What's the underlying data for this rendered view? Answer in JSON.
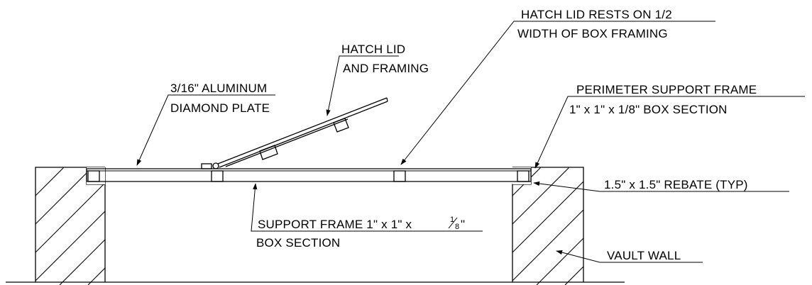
{
  "labels": {
    "hatch_lid_1": "HATCH LID",
    "hatch_lid_2": "AND FRAMING",
    "rests_1": "HATCH LID RESTS ON 1/2",
    "rests_2": "WIDTH OF BOX FRAMING",
    "plate_1": "3/16\" ALUMINUM",
    "plate_2": "DIAMOND PLATE",
    "perimeter_1": "PERIMETER SUPPORT FRAME",
    "perimeter_2": "1\" x 1\" x 1/8\" BOX SECTION",
    "rebate": "1.5\" x 1.5\" REBATE (TYP)",
    "support_1": "SUPPORT FRAME 1\" x 1\" x",
    "support_frac_num": "1",
    "support_frac_den": "8",
    "support_quote": "\"",
    "support_2": "BOX SECTION",
    "vault_wall": "VAULT WALL"
  }
}
